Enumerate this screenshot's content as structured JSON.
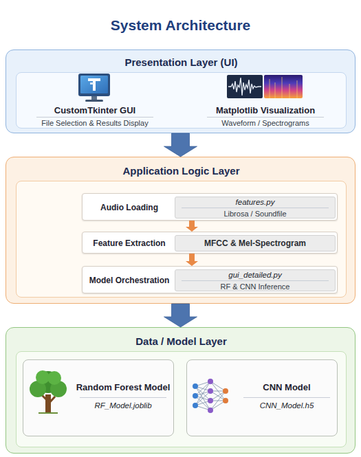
{
  "diagram": {
    "title": "System Architecture",
    "nodes": [
      {
        "text": [
          "Presentation Layer (UI)"
        ]
      },
      {
        "text": [
          "CustomTkinter GUI",
          "File Selection & Results Display"
        ],
        "in": 0
      },
      {
        "text": [
          "Matplotlib Visualization",
          "Waveform / Spectrograms"
        ],
        "in": 0
      },
      {
        "text": [
          "Application Logic Layer"
        ]
      },
      {
        "text": [
          "Audio Loading",
          "features.py",
          "Librosa / Soundfile"
        ],
        "in": 3
      },
      {
        "text": [
          "Feature Extraction",
          "MFCC & Mel-Spectrogram"
        ],
        "in": 3
      },
      {
        "text": [
          "Model Orchestration",
          "gui_detailed.py",
          "RF & CNN Inference"
        ],
        "in": 3
      },
      {
        "text": [
          "Data / Model Layer"
        ]
      },
      {
        "text": [
          "Random Forest Model",
          "RF_Model.joblib"
        ],
        "in": 7
      },
      {
        "text": [
          "CNN Model",
          "CNN_Model.h5"
        ],
        "in": 7
      }
    ],
    "edges": [
      {
        "from": 0,
        "to": 3,
        "arrow": "to"
      },
      {
        "from": 4,
        "to": 5,
        "arrow": "to"
      },
      {
        "from": 5,
        "to": 6,
        "arrow": "to"
      },
      {
        "from": 3,
        "to": 7,
        "arrow": "to"
      }
    ]
  }
}
